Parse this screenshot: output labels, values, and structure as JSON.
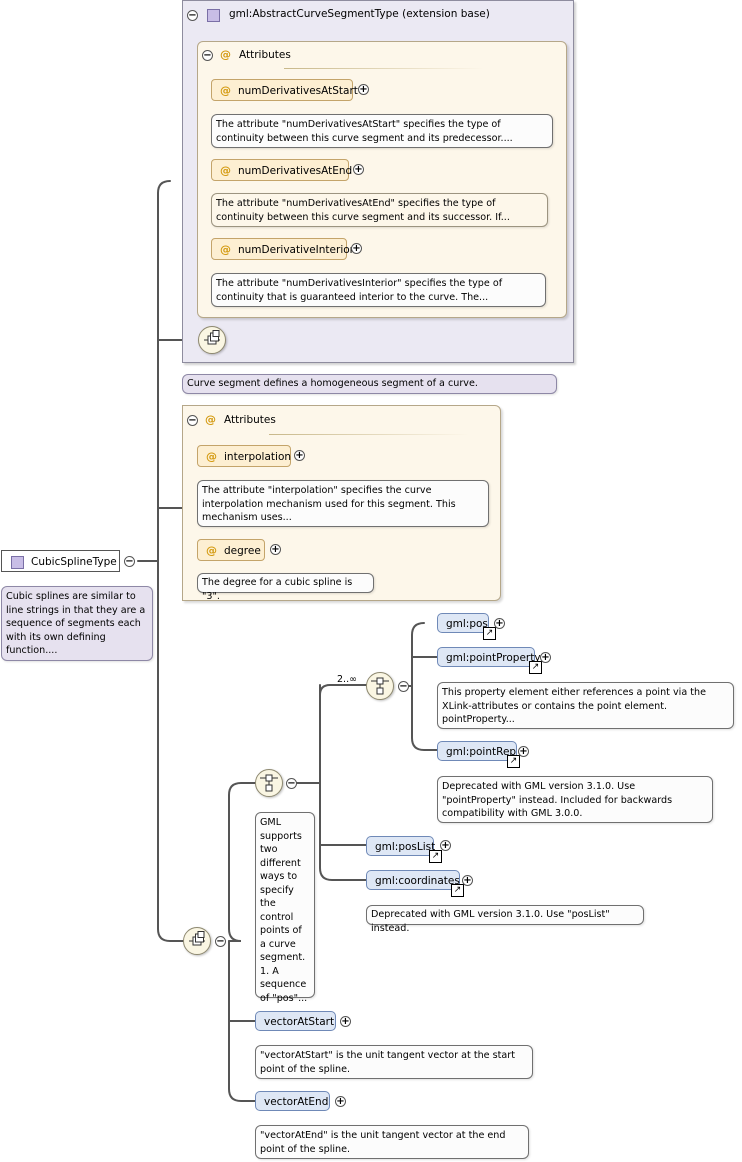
{
  "root": {
    "name": "CubicSplineType",
    "description": "Cubic splines are similar to line strings in that they are a sequence of segments each with its own defining function...."
  },
  "extension": {
    "title": "gml:AbstractCurveSegmentType (extension base)",
    "attributes_label": "Attributes",
    "attributes": [
      {
        "name": "numDerivativesAtStart",
        "doc": "The attribute \"numDerivativesAtStart\" specifies the type of continuity between this curve segment and its predecessor...."
      },
      {
        "name": "numDerivativesAtEnd",
        "doc": "The attribute \"numDerivativesAtEnd\" specifies the type of continuity between this curve segment and its successor. If..."
      },
      {
        "name": "numDerivativeInterior",
        "doc": "The attribute \"numDerivativesInterior\" specifies the type of continuity that is guaranteed interior to the curve. The..."
      }
    ],
    "doc": "Curve segment defines a homogeneous segment of a curve."
  },
  "own_attributes": {
    "label": "Attributes",
    "items": [
      {
        "name": "interpolation",
        "doc": "The attribute \"interpolation\" specifies the curve interpolation mechanism used for this segment. This mechanism uses..."
      },
      {
        "name": "degree",
        "doc": "The degree for a cubic spline is \"3\"."
      }
    ]
  },
  "choice": {
    "doc": "GML supports two different ways to specify the control points of a curve segment. 1. A sequence of \"pos\"...",
    "inner_choice_cardinality": "2..∞",
    "inner_elements": [
      {
        "name": "gml:pos",
        "doc": ""
      },
      {
        "name": "gml:pointProperty",
        "doc": "This property element either references a point via the XLink-attributes or contains the point element. pointProperty..."
      },
      {
        "name": "gml:pointRep",
        "doc": "Deprecated with GML version 3.1.0. Use \"pointProperty\" instead. Included for backwards compatibility with GML 3.0.0."
      }
    ],
    "other_elements": [
      {
        "name": "gml:posList",
        "doc": ""
      },
      {
        "name": "gml:coordinates",
        "doc": "Deprecated with GML version 3.1.0. Use \"posList\" instead."
      }
    ]
  },
  "vectors": [
    {
      "name": "vectorAtStart",
      "doc": "\"vectorAtStart\" is the unit tangent vector at the start point of the spline."
    },
    {
      "name": "vectorAtEnd",
      "doc": "\"vectorAtEnd\" is the unit tangent vector at the end point of the spline."
    }
  ],
  "symbols": {
    "collapse": "−",
    "expand": "+",
    "at": "@",
    "ref": "↗"
  },
  "colors": {
    "extension_bg": "#ebe9f3",
    "attribute_group_bg": "#fdf7ea",
    "element_bg": "#dee7f5",
    "attribute_bg": "#fdefd2",
    "at_sign": "#d49a10"
  }
}
